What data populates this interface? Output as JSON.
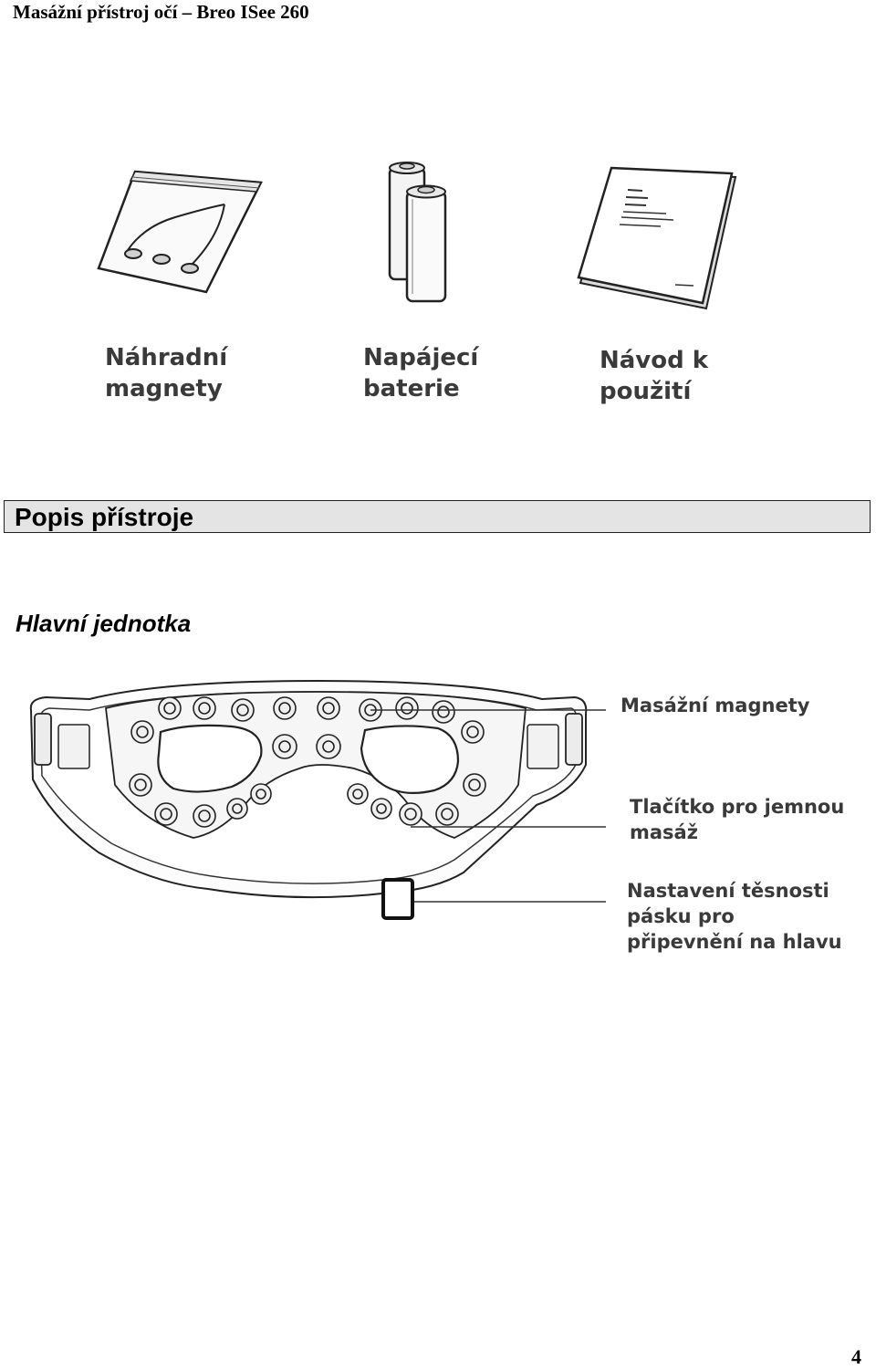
{
  "header": {
    "running_title": "Masážní přístroj očí – Breo ISee 260"
  },
  "accessories": [
    {
      "label_line1": "Náhradní",
      "label_line2": "magnety",
      "icon": "magnet-bag-icon"
    },
    {
      "label_line1": "Napájecí",
      "label_line2": "baterie",
      "icon": "battery-icon"
    },
    {
      "label_line1": "Návod k",
      "label_line2": "použití",
      "icon": "manual-booklet-icon"
    }
  ],
  "section": {
    "title": "Popis přístroje"
  },
  "subsection": {
    "title": "Hlavní jednotka"
  },
  "callouts": [
    {
      "line1": "Masážní magnety",
      "line2": "",
      "line3": ""
    },
    {
      "line1": "Tlačítko pro jemnou",
      "line2": "masáž",
      "line3": ""
    },
    {
      "line1": "Nastavení těsnosti",
      "line2": "pásku pro",
      "line3": "připevnění na hlavu"
    }
  ],
  "footer": {
    "page_number": "4"
  }
}
